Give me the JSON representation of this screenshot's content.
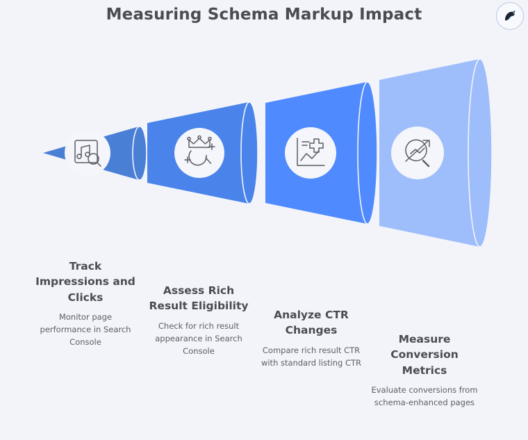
{
  "page": {
    "title": "Measuring Schema Markup Impact",
    "background_color": "#f2f4fa",
    "title_color": "#4b4b52"
  },
  "brand": {
    "name": "brand-logo",
    "icon": "bird-silhouette-icon",
    "circle_fill": "#f7f9fd",
    "circle_stroke": "#b9c9e6"
  },
  "chart_data": {
    "type": "funnel",
    "title": "Measuring Schema Markup Impact",
    "orientation": "horizontal-expanding",
    "stage_count": 4,
    "stages": [
      {
        "index": 1,
        "title": "Track Impressions and Clicks",
        "description": "Monitor page performance in Search Console",
        "icon": "music-note-search-icon",
        "color": "#4a7fd6"
      },
      {
        "index": 2,
        "title": "Assess Rich Result Eligibility",
        "description": "Check for rich result appearance in Search Console",
        "icon": "crown-magnifier-sparkle-icon",
        "color": "#4a84ea"
      },
      {
        "index": 3,
        "title": "Analyze CTR Changes",
        "description": "Compare rich result CTR with standard listing CTR",
        "icon": "line-chart-plus-icon",
        "color": "#4f8bff"
      },
      {
        "index": 4,
        "title": "Measure Conversion Metrics",
        "description": "Evaluate conversions from schema-enhanced pages",
        "icon": "trending-magnifier-icon",
        "color": "#9dbdfb"
      }
    ]
  }
}
